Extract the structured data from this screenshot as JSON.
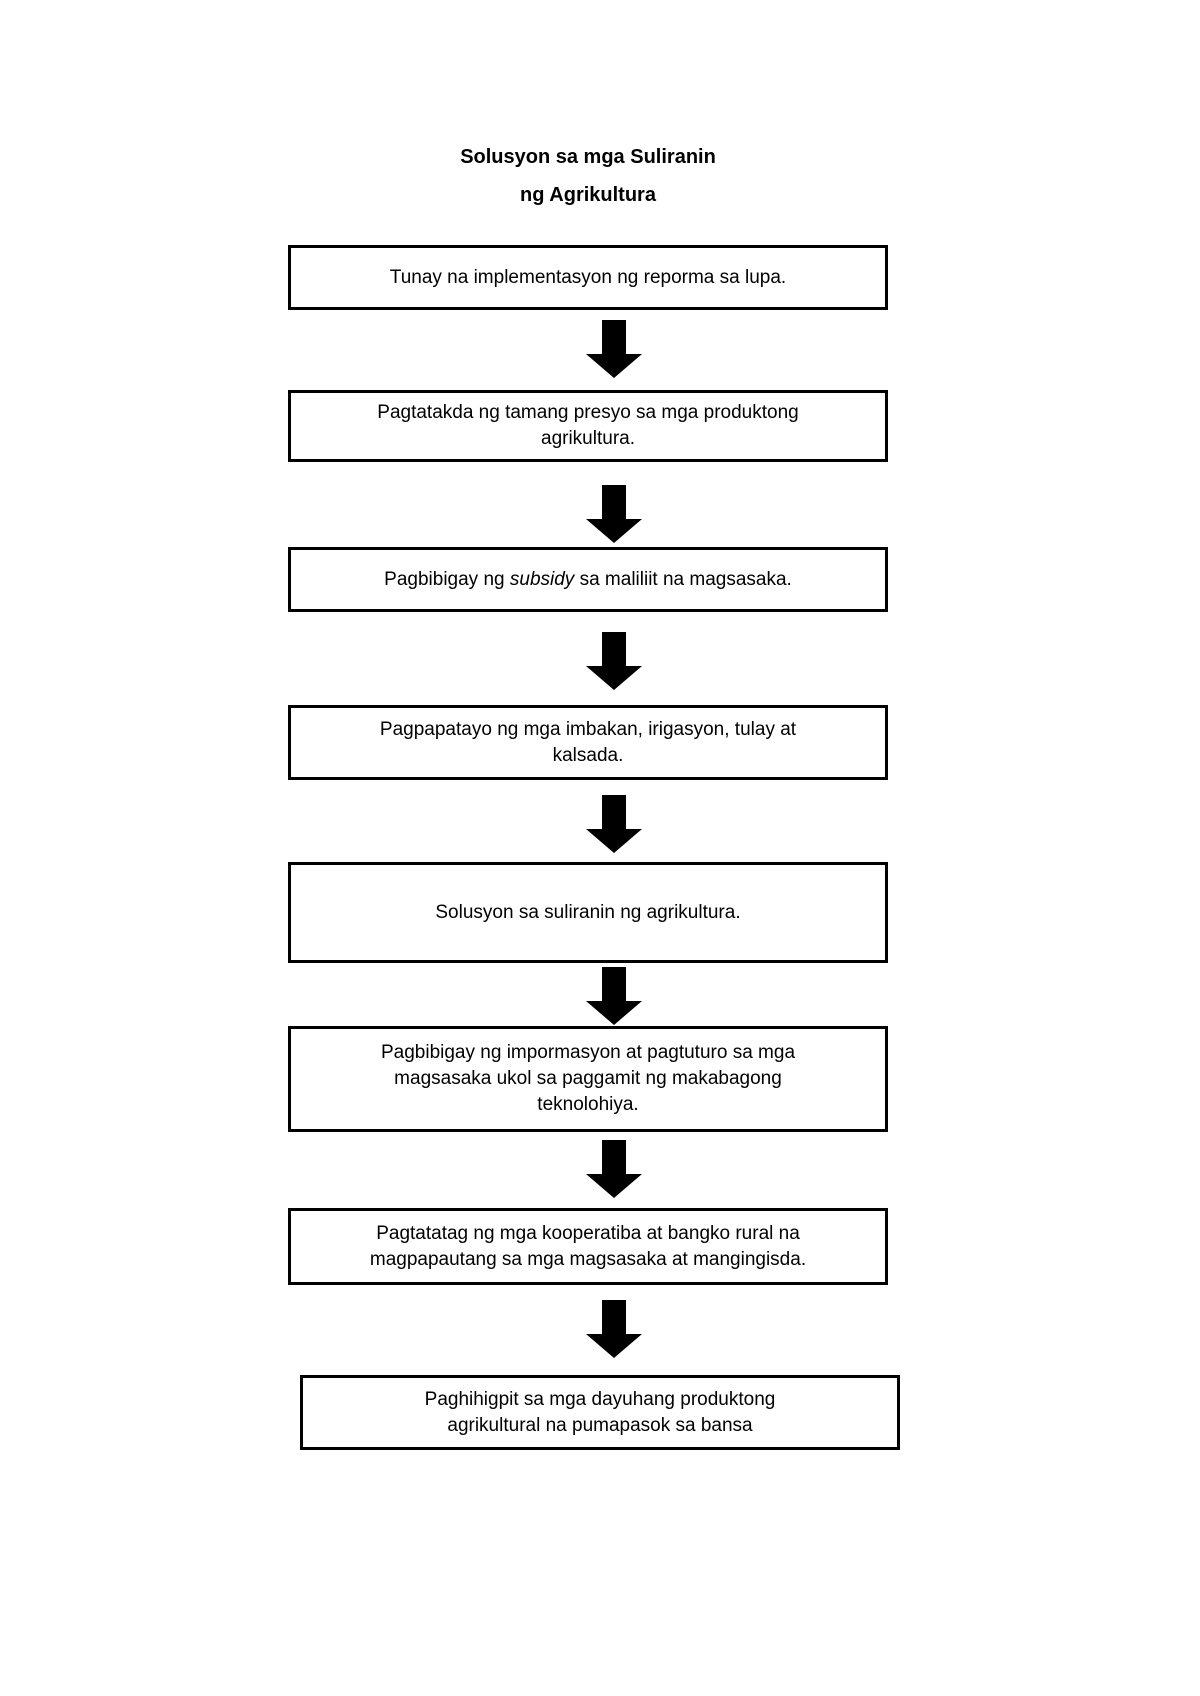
{
  "title": {
    "line1": "Solusyon sa mga Suliranin",
    "line2": "ng Agrikultura"
  },
  "boxes": [
    {
      "lines": [
        "Tunay na implementasyon ng reporma sa lupa."
      ]
    },
    {
      "lines": [
        "Pagtatakda ng tamang presyo sa mga produktong",
        "agrikultura."
      ]
    },
    {
      "pre": "Pagbibigay ng ",
      "italic": "subsidy",
      "post": " sa maliliit na magsasaka."
    },
    {
      "lines": [
        "Pagpapatayo ng mga imbakan, irigasyon, tulay at",
        "kalsada."
      ]
    },
    {
      "lines": [
        "Solusyon sa suliranin ng agrikultura."
      ]
    },
    {
      "lines": [
        "Pagbibigay ng impormasyon at pagtuturo sa mga",
        "magsasaka ukol sa paggamit ng makabagong",
        "teknolohiya."
      ]
    },
    {
      "lines": [
        "Pagtatatag ng mga kooperatiba at bangko rural na",
        "magpapautang sa mga magsasaka at mangingisda."
      ]
    },
    {
      "lines": [
        "Paghihigpit sa mga dayuhang produktong",
        "agrikultural na pumapasok sa bansa"
      ]
    }
  ],
  "colors": {
    "background": "#ffffff",
    "box_border": "#000000",
    "text": "#000000",
    "arrow_fill": "#000000"
  }
}
